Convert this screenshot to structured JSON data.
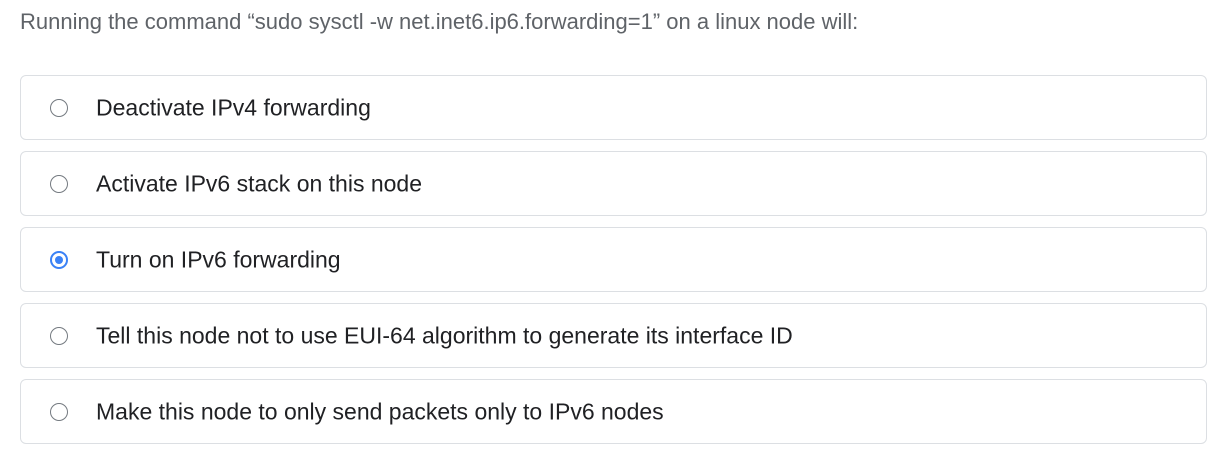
{
  "question": "Running the command “sudo sysctl -w net.inet6.ip6.forwarding=1” on a linux node will:",
  "options": [
    {
      "label": "Deactivate IPv4 forwarding",
      "selected": false
    },
    {
      "label": "Activate IPv6 stack on this node",
      "selected": false
    },
    {
      "label": "Turn on IPv6 forwarding",
      "selected": true
    },
    {
      "label": "Tell this node not to use EUI-64 algorithm to generate its interface ID",
      "selected": false
    },
    {
      "label": "Make this node to only send packets only to IPv6 nodes",
      "selected": false
    }
  ],
  "colors": {
    "accent": "#3b82f6",
    "border": "#dcdfe3",
    "question_text": "#5f6368",
    "option_text": "#202124"
  }
}
